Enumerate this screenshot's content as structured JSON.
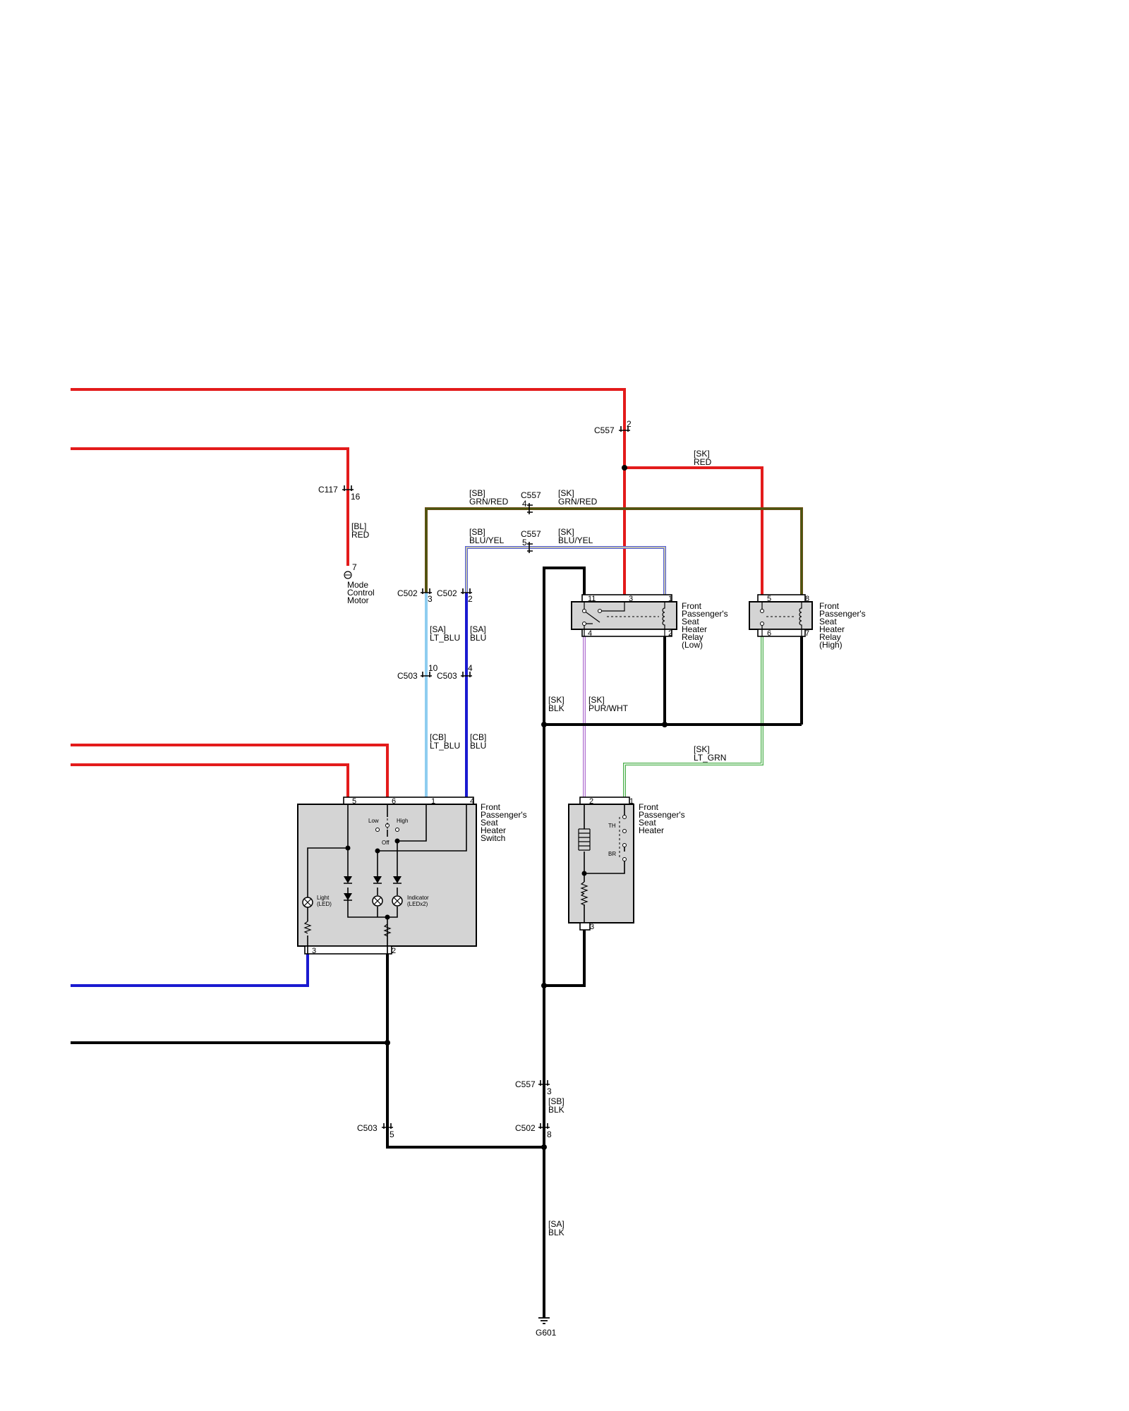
{
  "wires": {
    "c117_circuit": "[BL]",
    "c117_color": "RED",
    "mid_grnred_left_circuit": "[SB]",
    "mid_grnred_left_color": "GRN/RED",
    "mid_grnred_right_circuit": "[SK]",
    "mid_grnred_right_color": "GRN/RED",
    "mid_bluyel_left_circuit": "[SB]",
    "mid_bluyel_left_color": "BLU/YEL",
    "mid_bluyel_right_circuit": "[SK]",
    "mid_bluyel_right_color": "BLU/YEL",
    "relay_red_circuit": "[SK]",
    "relay_red_color": "RED",
    "sa_ltblu_circuit": "[SA]",
    "sa_ltblu_color": "LT_BLU",
    "sa_blu_circuit": "[SA]",
    "sa_blu_color": "BLU",
    "cb_ltblu_circuit": "[CB]",
    "cb_ltblu_color": "LT_BLU",
    "cb_blu_circuit": "[CB]",
    "cb_blu_color": "BLU",
    "sk_blk_circuit": "[SK]",
    "sk_blk_color": "BLK",
    "sk_purwht_circuit": "[SK]",
    "sk_purwht_color": "PUR/WHT",
    "sk_ltgrn_circuit": "[SK]",
    "sk_ltgrn_color": "LT_GRN",
    "sb_blk_circuit": "[SB]",
    "sb_blk_color": "BLK",
    "sa_blk_circuit": "[SA]",
    "sa_blk_color": "BLK"
  },
  "connectors": {
    "c557_top": "C557",
    "c557_top_pin": "2",
    "c117": "C117",
    "c117_pin": "16",
    "c557_grnred": "C557",
    "c557_grnred_pin": "4",
    "c557_bluyel": "C557",
    "c557_bluyel_pin": "5",
    "c502_left": "C502",
    "c502_left_pin": "3",
    "c502_right": "C502",
    "c502_right_pin": "2",
    "c503_left": "C503",
    "c503_left_pin": "10",
    "c503_right": "C503",
    "c503_right_pin": "4",
    "c557_bottom": "C557",
    "c557_bottom_pin": "3",
    "c502_bottom": "C502",
    "c502_bottom_pin": "8",
    "c503_bottom": "C503",
    "c503_bottom_pin": "5",
    "ground": "G601"
  },
  "components": {
    "mode_motor": {
      "pin": "7",
      "line1": "Mode",
      "line2": "Control",
      "line3": "Motor"
    },
    "relay_low": {
      "line1": "Front",
      "line2": "Passenger's",
      "line3": "Seat",
      "line4": "Heater",
      "line5": "Relay",
      "line6": "(Low)",
      "pins": {
        "p11": "11",
        "p3": "3",
        "p1": "1",
        "p4": "4",
        "p2": "2"
      }
    },
    "relay_high": {
      "line1": "Front",
      "line2": "Passenger's",
      "line3": "Seat",
      "line4": "Heater",
      "line5": "Relay",
      "line6": "(High)",
      "pins": {
        "p5": "5",
        "p8": "8",
        "p6": "6",
        "p7": "7"
      }
    },
    "switch": {
      "line1": "Front",
      "line2": "Passenger's",
      "line3": "Seat",
      "line4": "Heater",
      "line5": "Switch",
      "pins": {
        "p5": "5",
        "p6": "6",
        "p1": "1",
        "p4": "4",
        "p3": "3",
        "p2": "2"
      },
      "low": "Low",
      "high": "High",
      "off": "Off",
      "light1": "Light",
      "light2": "(LED)",
      "indicator1": "Indicator",
      "indicator2": "(LEDx2)"
    },
    "heater": {
      "line1": "Front",
      "line2": "Passenger's",
      "line3": "Seat",
      "line4": "Heater",
      "pins": {
        "p2": "2",
        "p1": "1",
        "p3": "3"
      },
      "th": "TH",
      "br": "BR"
    }
  }
}
